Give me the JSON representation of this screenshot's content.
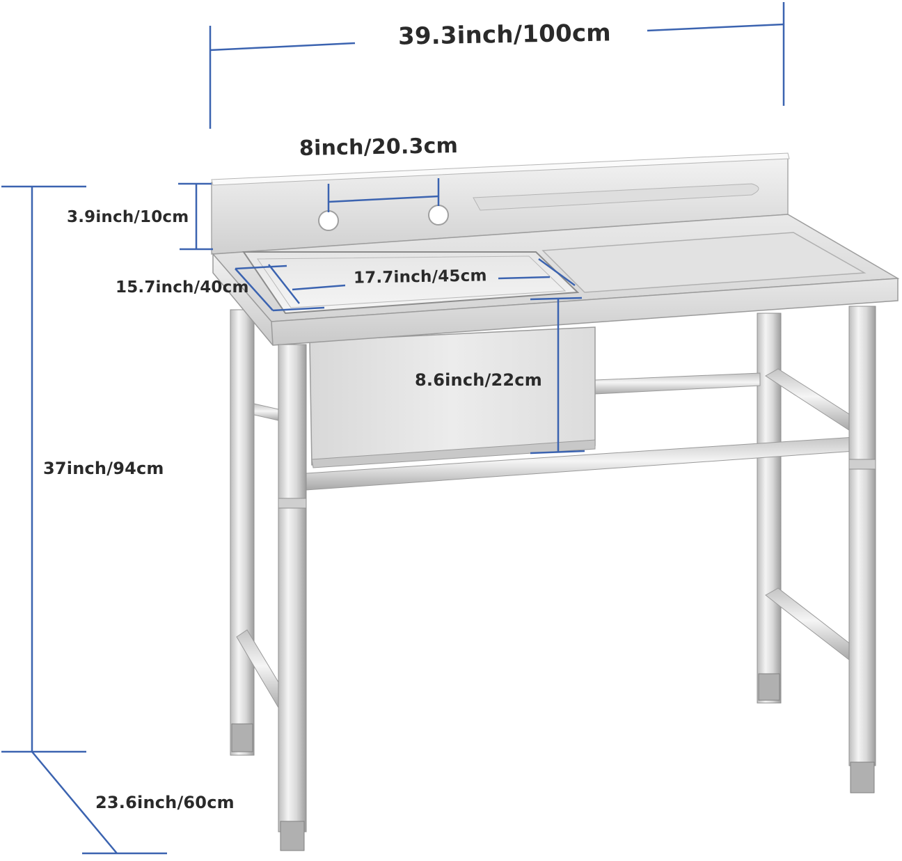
{
  "dimensions": {
    "overall_width": "39.3inch/100cm",
    "faucet_hole_spacing": "8inch/20.3cm",
    "backsplash_height": "3.9inch/10cm",
    "bowl_front_to_back": "15.7inch/40cm",
    "bowl_width": "17.7inch/45cm",
    "bowl_depth": "8.6inch/22cm",
    "overall_height": "37inch/94cm",
    "overall_depth": "23.6inch/60cm"
  },
  "colors": {
    "dimension_line": "#3b63b0",
    "steel_light": "#eeeeee",
    "steel_mid": "#c8c8c8",
    "steel_dark": "#9a9a9a",
    "label_text": "#2a2a2a"
  }
}
